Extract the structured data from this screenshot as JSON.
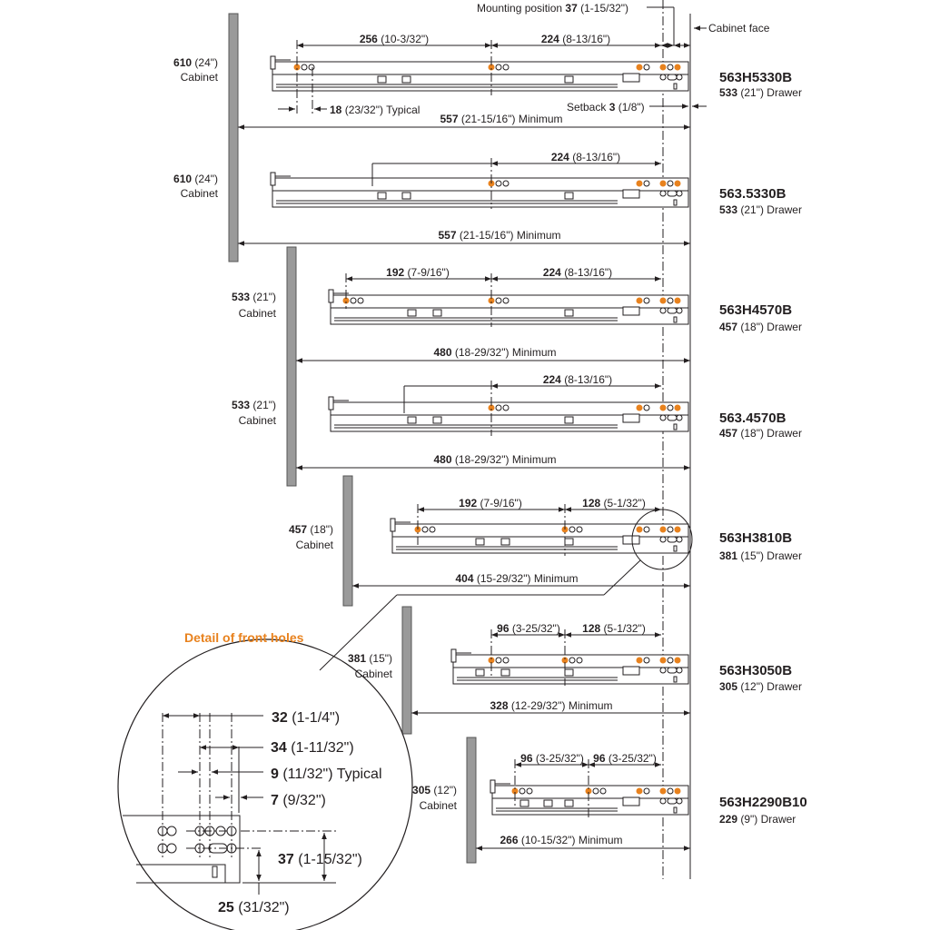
{
  "colors": {
    "accent": "#e8821e",
    "bar": "#9a9a9a",
    "ink": "#231f20"
  },
  "header": {
    "mounting": {
      "pre": "Mounting position ",
      "num": "37",
      "rest": " (1-15/32\")"
    },
    "cabinet_face": "Cabinet face"
  },
  "rows": [
    {
      "model": "563H5330B",
      "drawer": {
        "num": "533",
        "rest": " (21\") Drawer"
      },
      "cabinet": {
        "num": "610",
        "rest": " (24\")",
        "word": "Cabinet"
      },
      "dims": [
        {
          "num": "256",
          "rest": " (10-3/32\")"
        },
        {
          "num": "224",
          "rest": " (8-13/16\")"
        }
      ],
      "minimum": {
        "num": "557",
        "rest": " (21-15/16\") Minimum"
      },
      "typical": {
        "num": "18",
        "rest": " (23/32\") Typical"
      },
      "setback": {
        "pre": "Setback ",
        "num": "3",
        "rest": " (1/8\")"
      }
    },
    {
      "model": "563.5330B",
      "drawer": {
        "num": "533",
        "rest": " (21\") Drawer"
      },
      "cabinet": {
        "num": "610",
        "rest": " (24\")",
        "word": "Cabinet"
      },
      "dims": [
        {
          "num": "224",
          "rest": " (8-13/16\")"
        }
      ],
      "minimum": {
        "num": "557",
        "rest": " (21-15/16\") Minimum"
      }
    },
    {
      "model": "563H4570B",
      "drawer": {
        "num": "457",
        "rest": " (18\") Drawer"
      },
      "cabinet": {
        "num": "533",
        "rest": " (21\")",
        "word": "Cabinet"
      },
      "dims": [
        {
          "num": "192",
          "rest": " (7-9/16\")"
        },
        {
          "num": "224",
          "rest": " (8-13/16\")"
        }
      ],
      "minimum": {
        "num": "480",
        "rest": " (18-29/32\") Minimum"
      }
    },
    {
      "model": "563.4570B",
      "drawer": {
        "num": "457",
        "rest": " (18\") Drawer"
      },
      "cabinet": {
        "num": "533",
        "rest": " (21\")",
        "word": "Cabinet"
      },
      "dims": [
        {
          "num": "224",
          "rest": " (8-13/16\")"
        }
      ],
      "minimum": {
        "num": "480",
        "rest": " (18-29/32\") Minimum"
      }
    },
    {
      "model": "563H3810B",
      "drawer": {
        "num": "381",
        "rest": " (15\") Drawer"
      },
      "cabinet": {
        "num": "457",
        "rest": " (18\")",
        "word": "Cabinet"
      },
      "dims": [
        {
          "num": "192",
          "rest": " (7-9/16\")"
        },
        {
          "num": "128",
          "rest": " (5-1/32\")"
        }
      ],
      "minimum": {
        "num": "404",
        "rest": " (15-29/32\") Minimum"
      }
    },
    {
      "model": "563H3050B",
      "drawer": {
        "num": "305",
        "rest": " (12\") Drawer"
      },
      "cabinet": {
        "num": "381",
        "rest": " (15\")",
        "word": "Cabinet"
      },
      "dims": [
        {
          "num": "96",
          "rest": " (3-25/32\")"
        },
        {
          "num": "128",
          "rest": " (5-1/32\")"
        }
      ],
      "minimum": {
        "num": "328",
        "rest": " (12-29/32\") Minimum"
      }
    },
    {
      "model": "563H2290B10",
      "drawer": {
        "num": "229",
        "rest": " (9\") Drawer"
      },
      "cabinet": {
        "num": "305",
        "rest": " (12\")",
        "word": "Cabinet"
      },
      "dims": [
        {
          "num": "96",
          "rest": " (3-25/32\")"
        },
        {
          "num": "96",
          "rest": " (3-25/32\")"
        }
      ],
      "minimum": {
        "num": "266",
        "rest": " (10-15/32\") Minimum"
      }
    }
  ],
  "detail": {
    "title": "Detail of front holes",
    "d32": {
      "num": "32",
      "rest": " (1-1/4\")"
    },
    "d34": {
      "num": "34",
      "rest": " (1-11/32\")"
    },
    "d9": {
      "num": "9",
      "rest": " (11/32\") Typical"
    },
    "d7": {
      "num": "7",
      "rest": " (9/32\")"
    },
    "d37": {
      "num": "37",
      "rest": " (1-15/32\")"
    },
    "d25": {
      "num": "25",
      "rest": " (31/32\")"
    }
  }
}
